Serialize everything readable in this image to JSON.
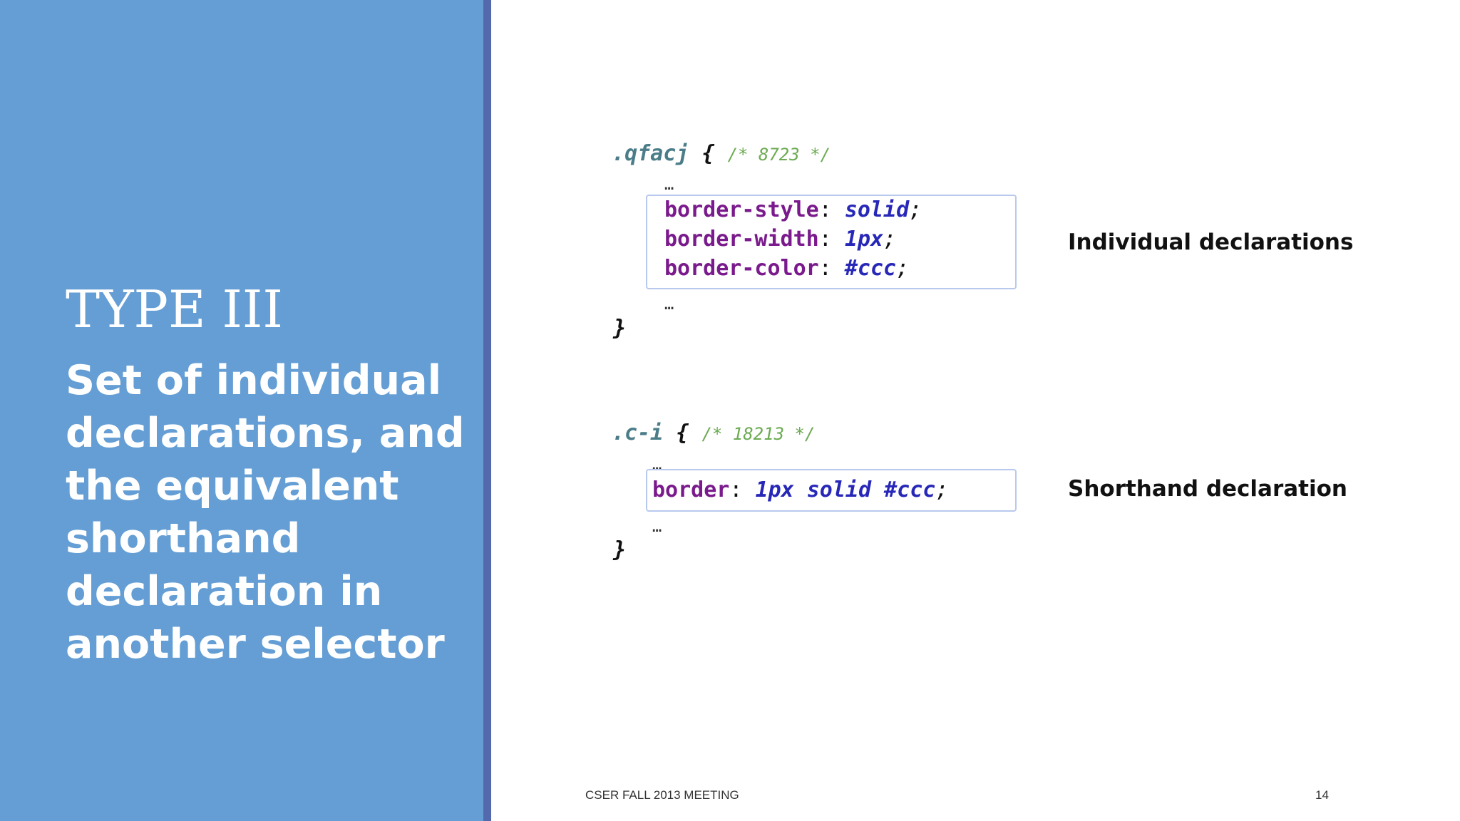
{
  "left_panel": {
    "type_label": "TYPE III",
    "description_lines": [
      "Set of individual",
      "declarations, and",
      "the equivalent",
      "shorthand",
      "declaration in",
      "another selector"
    ]
  },
  "code_block_1": {
    "selector": ".qfacj",
    "open_brace": "{",
    "comment": "/* 8723 */",
    "ellipsis_before": "…",
    "declarations": [
      {
        "property": "border-style",
        "colon": ":",
        "value": "solid",
        "semicolon": ";"
      },
      {
        "property": "border-width",
        "colon": ":",
        "value": "1px",
        "semicolon": ";"
      },
      {
        "property": "border-color",
        "colon": ":",
        "value": "#ccc",
        "semicolon": ";"
      }
    ],
    "ellipsis_after": "…",
    "close_brace": "}",
    "annotation": "Individual declarations"
  },
  "code_block_2": {
    "selector": ".c-i",
    "open_brace": "{",
    "comment": "/* 18213 */",
    "ellipsis_before": "…",
    "declaration": {
      "property": "border",
      "colon": ":",
      "value": "1px solid #ccc",
      "semicolon": ";"
    },
    "ellipsis_after": "…",
    "close_brace": "}",
    "annotation": "Shorthand declaration"
  },
  "footer": {
    "meeting": "CSER FALL 2013 MEETING",
    "page_number": "14"
  },
  "colors": {
    "panel_blue": "#649ed4",
    "divider_blue": "#5468ae",
    "selector_teal": "#4b7d89",
    "comment_green": "#6cab52",
    "property_purple": "#7a1a8c",
    "value_blue": "#2727b8",
    "box_border": "#b9c9ee"
  }
}
